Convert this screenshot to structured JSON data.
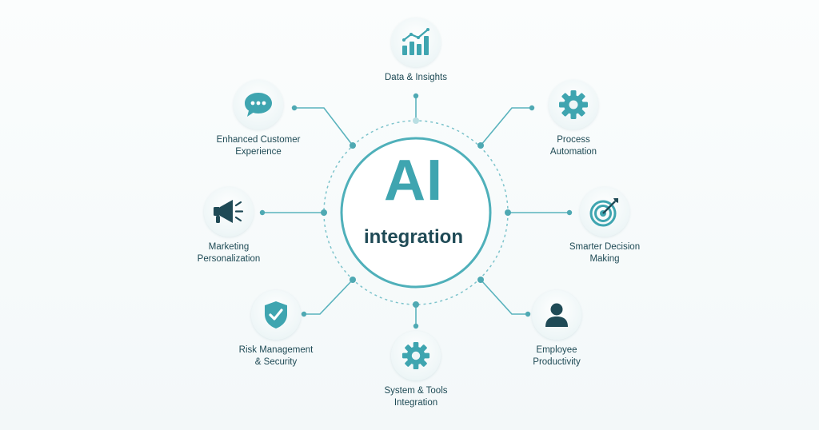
{
  "center": {
    "title": "AI",
    "subtitle": "integration"
  },
  "colors": {
    "accent": "#3fa5b0",
    "dark": "#1f4a56",
    "line": "#5ab3bd"
  },
  "nodes": [
    {
      "icon": "bar-chart-icon",
      "lines": [
        "Data & Insights"
      ]
    },
    {
      "icon": "gear-icon",
      "lines": [
        "Process",
        "Automation"
      ]
    },
    {
      "icon": "target-icon",
      "lines": [
        "Smarter Decision",
        "Making"
      ]
    },
    {
      "icon": "person-icon",
      "lines": [
        "Employee",
        "Productivity"
      ]
    },
    {
      "icon": "gear-icon",
      "lines": [
        "System & Tools",
        "Integration"
      ]
    },
    {
      "icon": "shield-check-icon",
      "lines": [
        "Risk Management",
        "& Security"
      ]
    },
    {
      "icon": "megaphone-icon",
      "lines": [
        "Marketing",
        "Personalization"
      ]
    },
    {
      "icon": "chat-bubble-icon",
      "lines": [
        "Enhanced Customer",
        "Experience"
      ]
    }
  ]
}
